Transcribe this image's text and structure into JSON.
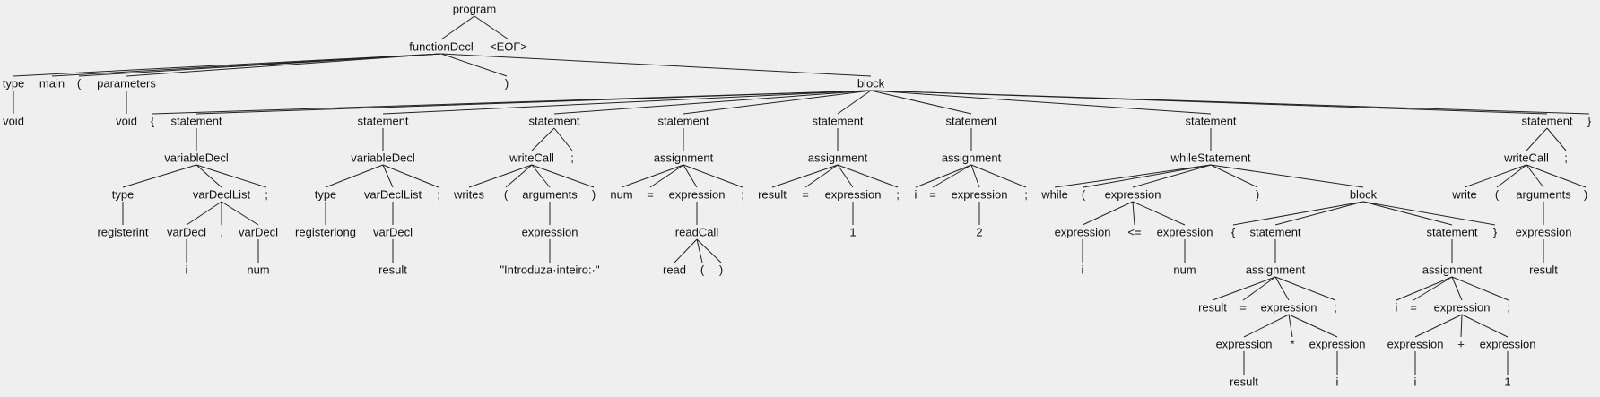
{
  "tree": {
    "nodes": [
      {
        "id": "n0",
        "label": "program"
      },
      {
        "id": "n1",
        "label": "functionDecl"
      },
      {
        "id": "n2",
        "label": "<EOF>"
      },
      {
        "id": "n3",
        "label": "type"
      },
      {
        "id": "n4",
        "label": "main"
      },
      {
        "id": "n5",
        "label": "("
      },
      {
        "id": "n6",
        "label": "parameters"
      },
      {
        "id": "n7",
        "label": ")"
      },
      {
        "id": "n8",
        "label": "block"
      },
      {
        "id": "n9",
        "label": "void"
      },
      {
        "id": "n10",
        "label": "void"
      },
      {
        "id": "n11",
        "label": "{"
      },
      {
        "id": "n12",
        "label": "statement"
      },
      {
        "id": "n13",
        "label": "statement"
      },
      {
        "id": "n14",
        "label": "statement"
      },
      {
        "id": "n15",
        "label": "statement"
      },
      {
        "id": "n16",
        "label": "statement"
      },
      {
        "id": "n17",
        "label": "statement"
      },
      {
        "id": "n18",
        "label": "statement"
      },
      {
        "id": "n19",
        "label": "statement"
      },
      {
        "id": "n20",
        "label": "}"
      },
      {
        "id": "n21",
        "label": "variableDecl"
      },
      {
        "id": "n22",
        "label": "type"
      },
      {
        "id": "n23",
        "label": "varDeclList"
      },
      {
        "id": "n24",
        "label": ";"
      },
      {
        "id": "n25",
        "label": "registerint"
      },
      {
        "id": "n26",
        "label": "varDecl"
      },
      {
        "id": "n27",
        "label": ","
      },
      {
        "id": "n28",
        "label": "varDecl"
      },
      {
        "id": "n29",
        "label": "i"
      },
      {
        "id": "n30",
        "label": "num"
      },
      {
        "id": "n31",
        "label": "variableDecl"
      },
      {
        "id": "n32",
        "label": "type"
      },
      {
        "id": "n33",
        "label": "varDeclList"
      },
      {
        "id": "n34",
        "label": ";"
      },
      {
        "id": "n35",
        "label": "registerlong"
      },
      {
        "id": "n36",
        "label": "varDecl"
      },
      {
        "id": "n37",
        "label": "result"
      },
      {
        "id": "n38",
        "label": "writeCall"
      },
      {
        "id": "n39",
        "label": ";"
      },
      {
        "id": "n40",
        "label": "writes"
      },
      {
        "id": "n41",
        "label": "("
      },
      {
        "id": "n42",
        "label": "arguments"
      },
      {
        "id": "n43",
        "label": ")"
      },
      {
        "id": "n44",
        "label": "expression"
      },
      {
        "id": "n45",
        "label": "\"Introduza·inteiro:·\""
      },
      {
        "id": "n46",
        "label": "assignment"
      },
      {
        "id": "n47",
        "label": "num"
      },
      {
        "id": "n48",
        "label": "="
      },
      {
        "id": "n49",
        "label": "expression"
      },
      {
        "id": "n50",
        "label": ";"
      },
      {
        "id": "n51",
        "label": "readCall"
      },
      {
        "id": "n52",
        "label": "read"
      },
      {
        "id": "n53",
        "label": "("
      },
      {
        "id": "n54",
        "label": ")"
      },
      {
        "id": "n55",
        "label": "assignment"
      },
      {
        "id": "n56",
        "label": "result"
      },
      {
        "id": "n57",
        "label": "="
      },
      {
        "id": "n58",
        "label": "expression"
      },
      {
        "id": "n59",
        "label": ";"
      },
      {
        "id": "n60",
        "label": "1"
      },
      {
        "id": "n61",
        "label": "assignment"
      },
      {
        "id": "n62",
        "label": "i"
      },
      {
        "id": "n63",
        "label": "="
      },
      {
        "id": "n64",
        "label": "expression"
      },
      {
        "id": "n65",
        "label": ";"
      },
      {
        "id": "n66",
        "label": "2"
      },
      {
        "id": "n67",
        "label": "whileStatement"
      },
      {
        "id": "n68",
        "label": "while"
      },
      {
        "id": "n69",
        "label": "("
      },
      {
        "id": "n70",
        "label": "expression"
      },
      {
        "id": "n71",
        "label": ")"
      },
      {
        "id": "n72",
        "label": "block"
      },
      {
        "id": "n73",
        "label": "expression"
      },
      {
        "id": "n74",
        "label": "<="
      },
      {
        "id": "n75",
        "label": "expression"
      },
      {
        "id": "n76",
        "label": "i"
      },
      {
        "id": "n77",
        "label": "num"
      },
      {
        "id": "n78",
        "label": "{"
      },
      {
        "id": "n79",
        "label": "statement"
      },
      {
        "id": "n80",
        "label": "statement"
      },
      {
        "id": "n81",
        "label": "}"
      },
      {
        "id": "n82",
        "label": "assignment"
      },
      {
        "id": "n83",
        "label": "result"
      },
      {
        "id": "n84",
        "label": "="
      },
      {
        "id": "n85",
        "label": "expression"
      },
      {
        "id": "n86",
        "label": ";"
      },
      {
        "id": "n87",
        "label": "expression"
      },
      {
        "id": "n88",
        "label": "*"
      },
      {
        "id": "n89",
        "label": "expression"
      },
      {
        "id": "n90",
        "label": "result"
      },
      {
        "id": "n91",
        "label": "i"
      },
      {
        "id": "n92",
        "label": "assignment"
      },
      {
        "id": "n93",
        "label": "i"
      },
      {
        "id": "n94",
        "label": "="
      },
      {
        "id": "n95",
        "label": "expression"
      },
      {
        "id": "n96",
        "label": ";"
      },
      {
        "id": "n97",
        "label": "expression"
      },
      {
        "id": "n98",
        "label": "+"
      },
      {
        "id": "n99",
        "label": "expression"
      },
      {
        "id": "n100",
        "label": "i"
      },
      {
        "id": "n101",
        "label": "1"
      },
      {
        "id": "n102",
        "label": "writeCall"
      },
      {
        "id": "n103",
        "label": ";"
      },
      {
        "id": "n104",
        "label": "write"
      },
      {
        "id": "n105",
        "label": "("
      },
      {
        "id": "n106",
        "label": "arguments"
      },
      {
        "id": "n107",
        "label": ")"
      },
      {
        "id": "n108",
        "label": "expression"
      },
      {
        "id": "n109",
        "label": "result"
      }
    ],
    "edges": [
      [
        "n0",
        "n1"
      ],
      [
        "n0",
        "n2"
      ],
      [
        "n1",
        "n3"
      ],
      [
        "n1",
        "n4"
      ],
      [
        "n1",
        "n5"
      ],
      [
        "n1",
        "n6"
      ],
      [
        "n1",
        "n7"
      ],
      [
        "n1",
        "n8"
      ],
      [
        "n3",
        "n9"
      ],
      [
        "n6",
        "n10"
      ],
      [
        "n8",
        "n11"
      ],
      [
        "n8",
        "n12"
      ],
      [
        "n8",
        "n13"
      ],
      [
        "n8",
        "n14"
      ],
      [
        "n8",
        "n15"
      ],
      [
        "n8",
        "n16"
      ],
      [
        "n8",
        "n17"
      ],
      [
        "n8",
        "n18"
      ],
      [
        "n8",
        "n19"
      ],
      [
        "n8",
        "n20"
      ],
      [
        "n12",
        "n21"
      ],
      [
        "n21",
        "n22"
      ],
      [
        "n21",
        "n23"
      ],
      [
        "n21",
        "n24"
      ],
      [
        "n22",
        "n25"
      ],
      [
        "n23",
        "n26"
      ],
      [
        "n23",
        "n27"
      ],
      [
        "n23",
        "n28"
      ],
      [
        "n26",
        "n29"
      ],
      [
        "n28",
        "n30"
      ],
      [
        "n13",
        "n31"
      ],
      [
        "n31",
        "n32"
      ],
      [
        "n31",
        "n33"
      ],
      [
        "n31",
        "n34"
      ],
      [
        "n32",
        "n35"
      ],
      [
        "n33",
        "n36"
      ],
      [
        "n36",
        "n37"
      ],
      [
        "n14",
        "n38"
      ],
      [
        "n14",
        "n39"
      ],
      [
        "n38",
        "n40"
      ],
      [
        "n38",
        "n41"
      ],
      [
        "n38",
        "n42"
      ],
      [
        "n38",
        "n43"
      ],
      [
        "n42",
        "n44"
      ],
      [
        "n44",
        "n45"
      ],
      [
        "n15",
        "n46"
      ],
      [
        "n46",
        "n47"
      ],
      [
        "n46",
        "n48"
      ],
      [
        "n46",
        "n49"
      ],
      [
        "n46",
        "n50"
      ],
      [
        "n49",
        "n51"
      ],
      [
        "n51",
        "n52"
      ],
      [
        "n51",
        "n53"
      ],
      [
        "n51",
        "n54"
      ],
      [
        "n16",
        "n55"
      ],
      [
        "n55",
        "n56"
      ],
      [
        "n55",
        "n57"
      ],
      [
        "n55",
        "n58"
      ],
      [
        "n55",
        "n59"
      ],
      [
        "n58",
        "n60"
      ],
      [
        "n17",
        "n61"
      ],
      [
        "n61",
        "n62"
      ],
      [
        "n61",
        "n63"
      ],
      [
        "n61",
        "n64"
      ],
      [
        "n61",
        "n65"
      ],
      [
        "n64",
        "n66"
      ],
      [
        "n18",
        "n67"
      ],
      [
        "n67",
        "n68"
      ],
      [
        "n67",
        "n69"
      ],
      [
        "n67",
        "n70"
      ],
      [
        "n67",
        "n71"
      ],
      [
        "n67",
        "n72"
      ],
      [
        "n70",
        "n73"
      ],
      [
        "n70",
        "n74"
      ],
      [
        "n70",
        "n75"
      ],
      [
        "n73",
        "n76"
      ],
      [
        "n75",
        "n77"
      ],
      [
        "n72",
        "n78"
      ],
      [
        "n72",
        "n79"
      ],
      [
        "n72",
        "n80"
      ],
      [
        "n72",
        "n81"
      ],
      [
        "n79",
        "n82"
      ],
      [
        "n82",
        "n83"
      ],
      [
        "n82",
        "n84"
      ],
      [
        "n82",
        "n85"
      ],
      [
        "n82",
        "n86"
      ],
      [
        "n85",
        "n87"
      ],
      [
        "n85",
        "n88"
      ],
      [
        "n85",
        "n89"
      ],
      [
        "n87",
        "n90"
      ],
      [
        "n89",
        "n91"
      ],
      [
        "n80",
        "n92"
      ],
      [
        "n92",
        "n93"
      ],
      [
        "n92",
        "n94"
      ],
      [
        "n92",
        "n95"
      ],
      [
        "n92",
        "n96"
      ],
      [
        "n95",
        "n97"
      ],
      [
        "n95",
        "n98"
      ],
      [
        "n95",
        "n99"
      ],
      [
        "n97",
        "n100"
      ],
      [
        "n99",
        "n101"
      ],
      [
        "n19",
        "n102"
      ],
      [
        "n19",
        "n103"
      ],
      [
        "n102",
        "n104"
      ],
      [
        "n102",
        "n105"
      ],
      [
        "n102",
        "n106"
      ],
      [
        "n102",
        "n107"
      ],
      [
        "n106",
        "n108"
      ],
      [
        "n108",
        "n109"
      ]
    ]
  }
}
